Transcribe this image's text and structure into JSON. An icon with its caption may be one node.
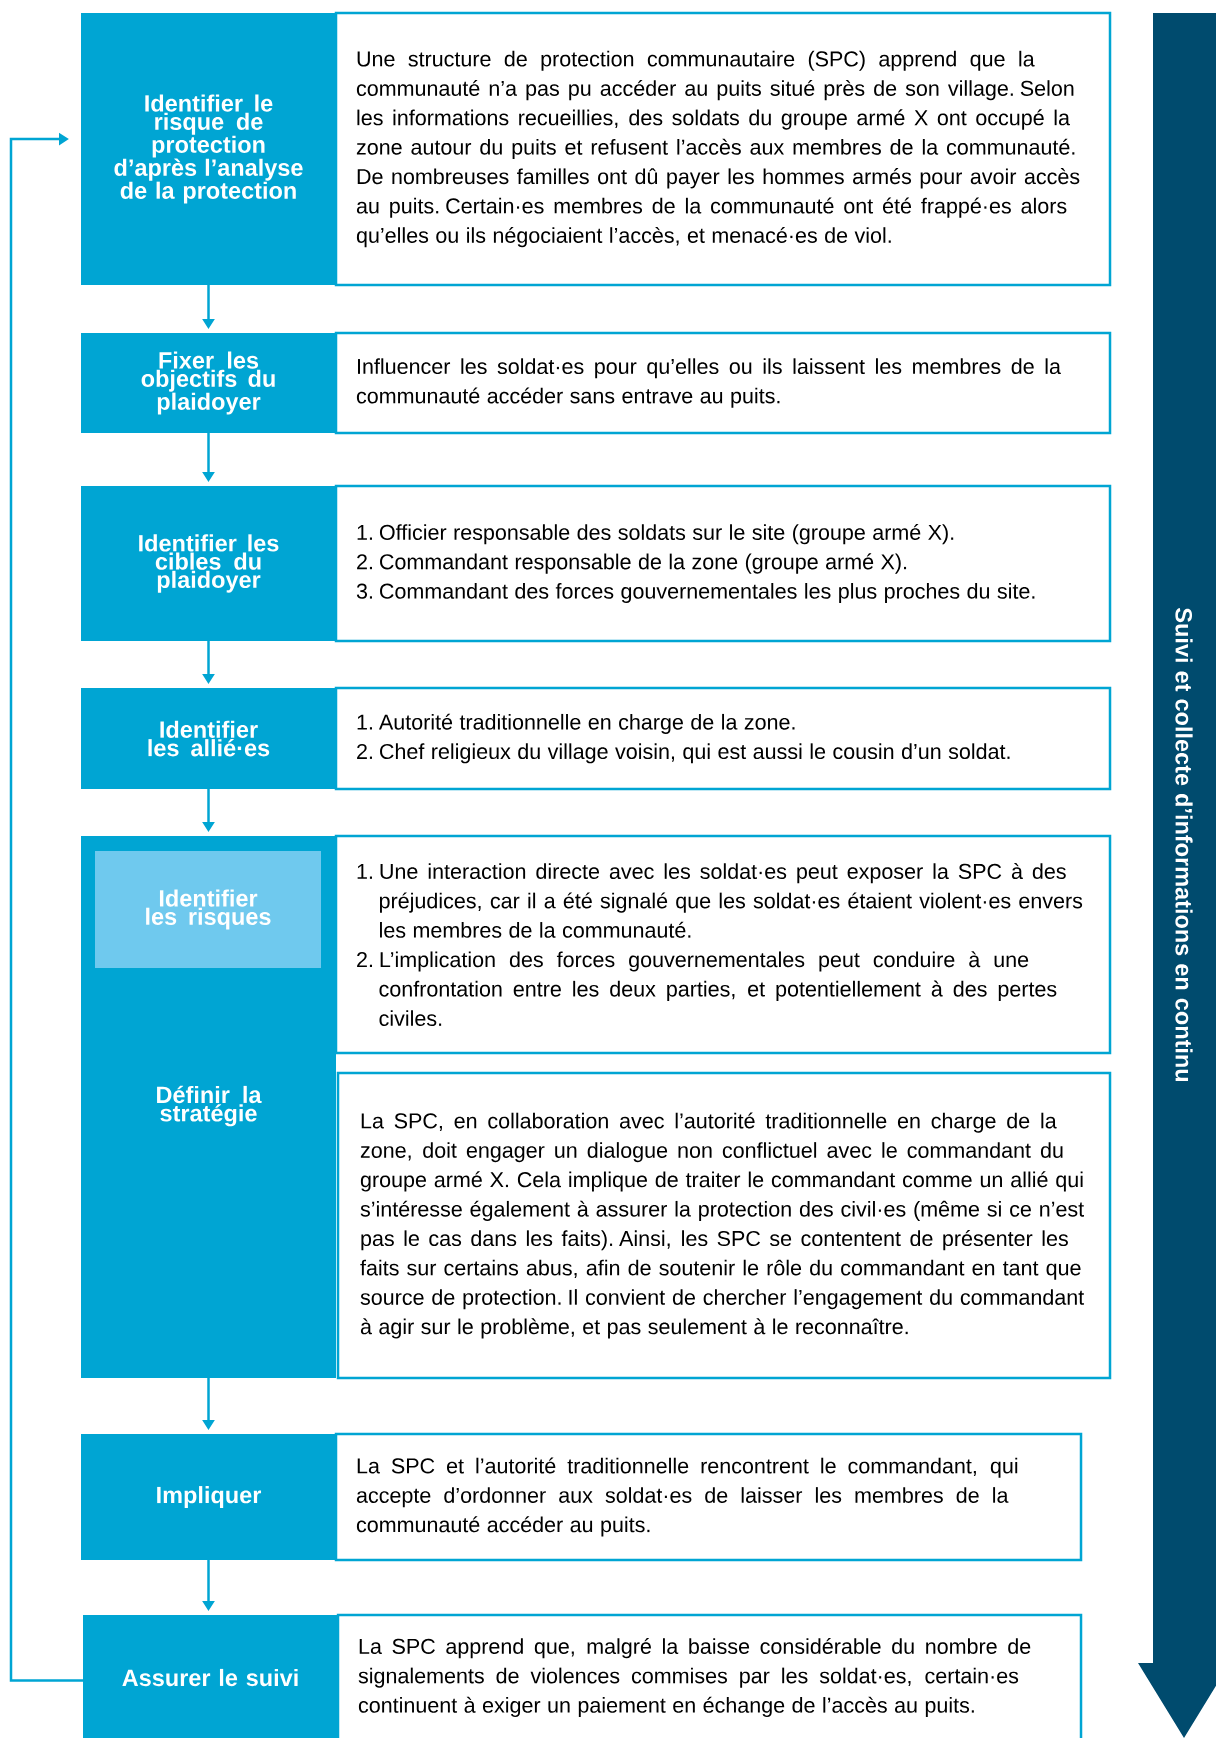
{
  "diagram": {
    "nodes": [
      {
        "text": [
          "Identifier le risque de protection d’après l’analyse de la protection"
        ]
      },
      {
        "text": [
          "Une structure de protection communautaire (SPC) apprend que la communauté n’a pas pu accéder au puits situé près de son village. Selon les informations recueillies, des soldats du groupe armé X ont occupé la zone autour du puits et refusent l’accès aux membres de la communauté. De nombreuses familles ont dû payer les hommes armés pour avoir accès au puits. Certain·es membres de la communauté ont été frappé·es alors qu’elles ou ils négociaient l’accès, et menacé·es de viol."
        ]
      },
      {
        "text": [
          "Fixer les objectifs du plaidoyer"
        ]
      },
      {
        "text": [
          "Influencer les soldat·es pour qu’elles ou ils laissent les membres de la communauté accéder sans entrave au puits."
        ]
      },
      {
        "text": [
          "Identifier les cibles du plaidoyer"
        ]
      },
      {
        "text": [
          "1. Officier responsable des soldats sur le site (groupe armé X).",
          "2. Commandant responsable de la zone (groupe armé X).",
          "3. Commandant des forces gouvernementales les plus proches du site."
        ]
      },
      {
        "text": [
          "Identifier les allié·es"
        ]
      },
      {
        "text": [
          "1. Autorité traditionnelle en charge de la zone.",
          "2. Chef religieux du village voisin, qui est aussi le cousin d’un soldat."
        ]
      },
      {
        "text": [
          "Définir la stratégie"
        ]
      },
      {
        "text": [
          "Identifier les risques"
        ],
        "in": 8
      },
      {
        "text": [
          "1. Une interaction directe avec les soldat·es peut exposer la SPC à des préjudices, car il a été signalé que les soldat·es étaient violent·es envers les membres de la communauté.",
          "2. L’implication des forces gouvernementales peut conduire à une confrontation entre les deux parties, et potentiellement à des pertes civiles."
        ]
      },
      {
        "text": [
          "La SPC, en collaboration avec l’autorité traditionnelle en charge de la zone, doit engager un dialogue non conflictuel avec le commandant du groupe armé X. Cela implique de traiter le commandant comme un allié qui s’intéresse également à assurer la protection des civil·es (même si ce n’est pas le cas dans les faits). Ainsi, les SPC se contentent de présenter les faits sur certains abus, afin de soutenir le rôle du commandant en tant que source de protection. Il convient de chercher l’engagement du commandant à agir sur le problème, et pas seulement à le reconnaître."
        ]
      },
      {
        "text": [
          "Impliquer"
        ]
      },
      {
        "text": [
          "La SPC et l’autorité traditionnelle rencontrent le commandant, qui accepte d’ordonner aux soldat·es de laisser les membres de la communauté accéder au puits."
        ]
      },
      {
        "text": [
          "Assurer le suivi"
        ]
      },
      {
        "text": [
          "La SPC apprend que, malgré la baisse considérable du nombre de signalements de violences commises par les soldat·es, certain·es continuent à exiger un paiement en échange de l’accès au puits."
        ]
      },
      {
        "text": [
          "Suivi et collecte d’informations en continu"
        ]
      }
    ],
    "edges": [
      {
        "from": 0,
        "to": 2,
        "arrow": "to"
      },
      {
        "from": 2,
        "to": 4,
        "arrow": "to"
      },
      {
        "from": 4,
        "to": 6,
        "arrow": "to"
      },
      {
        "from": 6,
        "to": 8,
        "arrow": "to"
      },
      {
        "from": 8,
        "to": 12,
        "arrow": "to"
      },
      {
        "from": 12,
        "to": 14,
        "arrow": "to"
      },
      {
        "from": 14,
        "to": 0,
        "arrow": "to"
      }
    ]
  }
}
